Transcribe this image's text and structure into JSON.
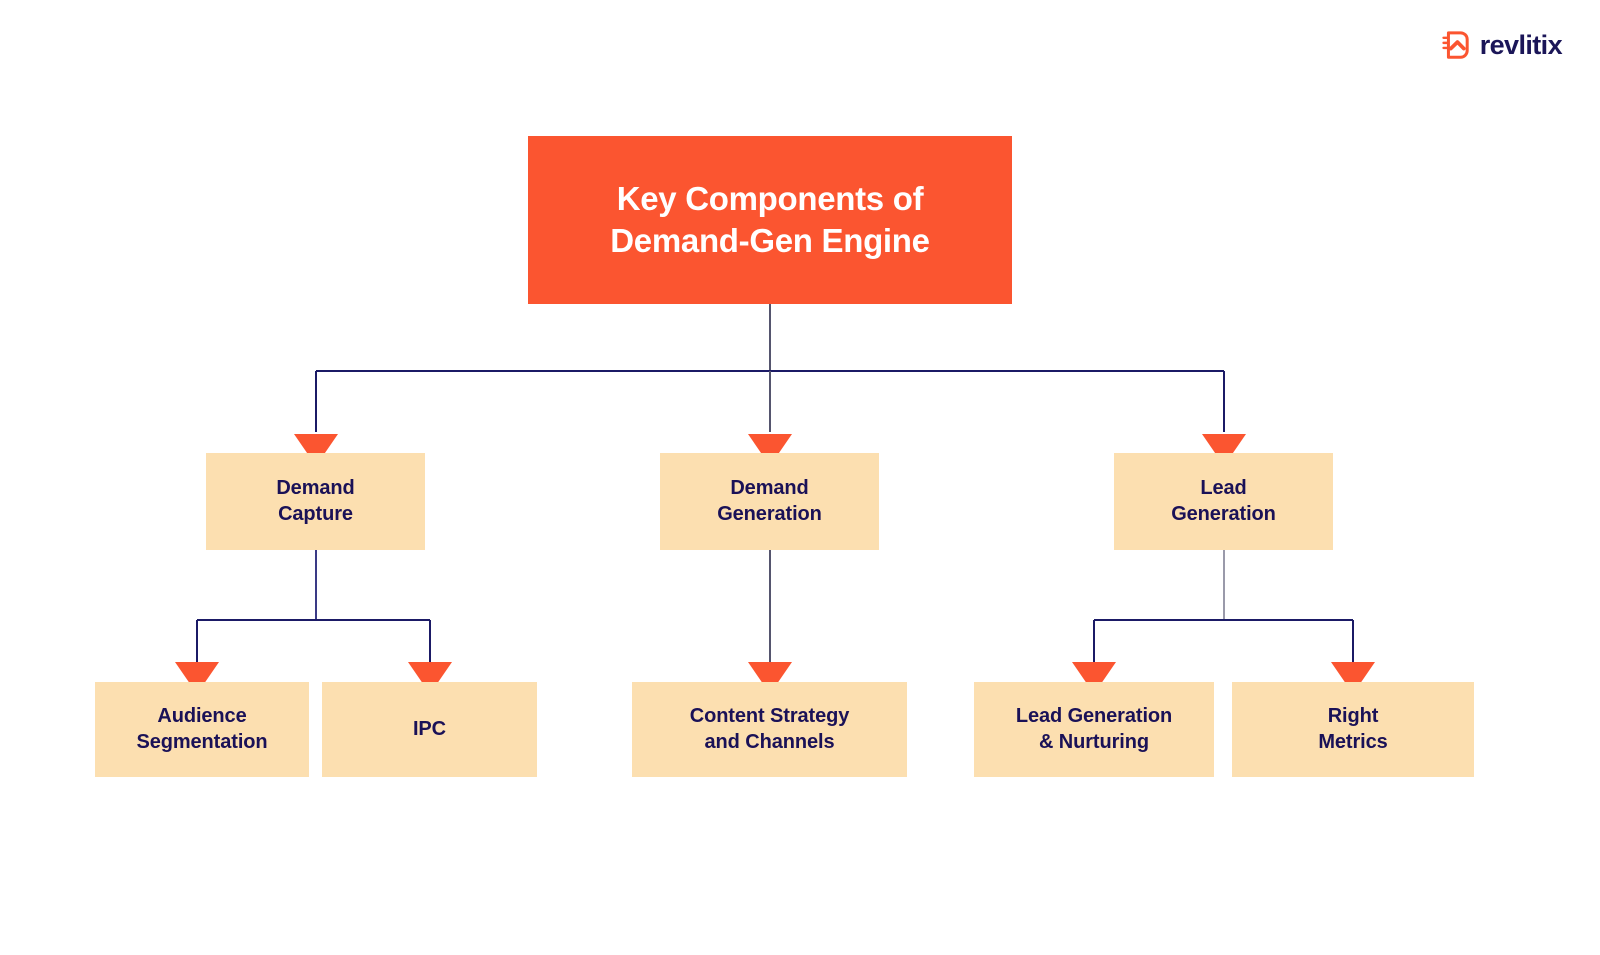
{
  "brand": {
    "name": "revlitix",
    "icon": "notebook-chevron-icon",
    "mark_color": "#fb5530",
    "word_color": "#1b1658"
  },
  "colors": {
    "background": "#ffffff",
    "accent_orange": "#fb5530",
    "node_peach": "#fcdfb0",
    "node_text_navy": "#1a1157",
    "connector_navy": "#1b1a66",
    "connector_grey": "#8a8a9e"
  },
  "diagram": {
    "type": "tree",
    "title": "Key Components of\nDemand-Gen Engine",
    "root": {
      "id": "root",
      "label": "Key Components of\nDemand-Gen Engine"
    },
    "level2": [
      {
        "id": "demand-capture",
        "label": "Demand\nCapture"
      },
      {
        "id": "demand-generation",
        "label": "Demand\nGeneration"
      },
      {
        "id": "lead-generation",
        "label": "Lead\nGeneration"
      }
    ],
    "level3": [
      {
        "id": "audience-segmentation",
        "parent": "demand-capture",
        "label": "Audience\nSegmentation"
      },
      {
        "id": "ipc",
        "parent": "demand-capture",
        "label": "IPC"
      },
      {
        "id": "content-strategy",
        "parent": "demand-generation",
        "label": "Content Strategy\nand Channels"
      },
      {
        "id": "lead-gen-nurturing",
        "parent": "lead-generation",
        "label": "Lead Generation\n& Nurturing"
      },
      {
        "id": "right-metrics",
        "parent": "lead-generation",
        "label": "Right\nMetrics"
      }
    ]
  }
}
